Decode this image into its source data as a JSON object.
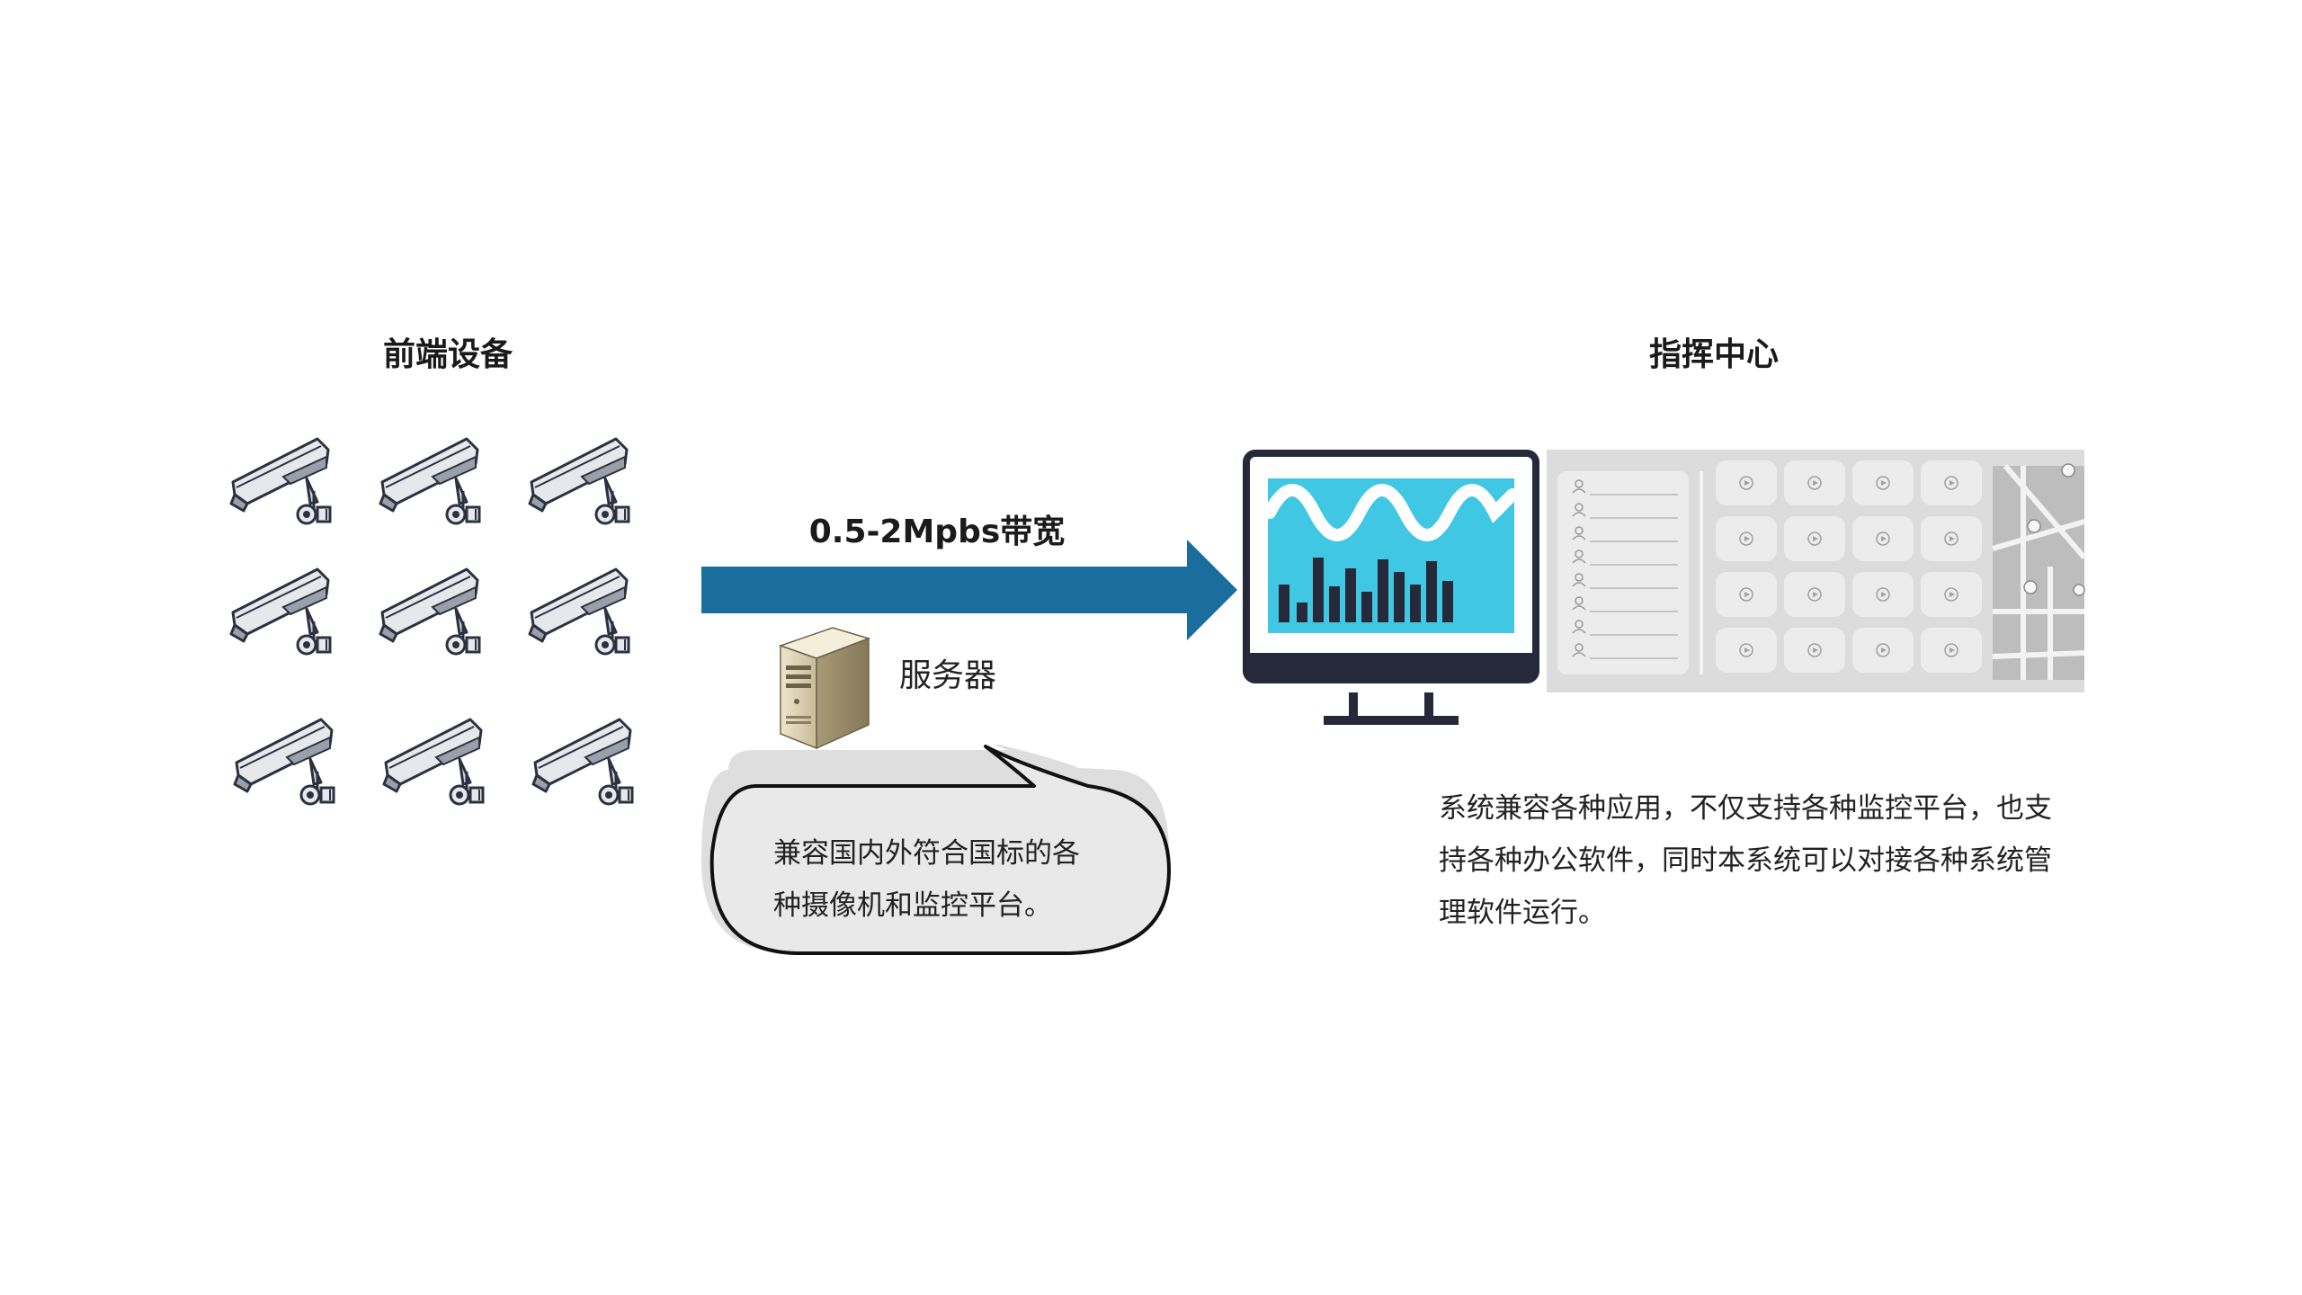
{
  "front_end": {
    "title": "前端设备",
    "camera_icon": "security-camera-icon",
    "camera_count": 9
  },
  "command_center": {
    "title": "指挥中心",
    "monitor_icon": "monitor-dashboard-icon"
  },
  "transfer": {
    "bandwidth_label": "0.5-2Mpbs带宽",
    "arrow_color": "#1a6e9e"
  },
  "server": {
    "label": "服务器",
    "icon": "server-tower-icon"
  },
  "compat_bubble": {
    "lines": [
      "兼容国内外符合国标的各",
      "种摄像机和监控平台。"
    ]
  },
  "description": {
    "lines": [
      "系统兼容各种应用，不仅支持各种监控平台，也支",
      "持各种办公软件，同时本系统可以对接各种系统管",
      "理软件运行。"
    ]
  },
  "colors": {
    "accent_cyan": "#3fc7e3",
    "dark_navy": "#25293a",
    "panel_gray": "#dcdcdc"
  }
}
